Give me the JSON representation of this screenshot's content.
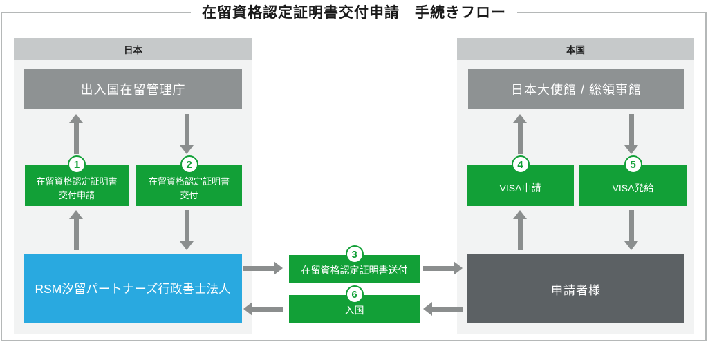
{
  "title": "在留資格認定証明書交付申請　手続きフロー",
  "colors": {
    "green": "#12A037",
    "blue": "#29A9E0",
    "org_gray": "#8E9293",
    "actor_gray": "#5C6164",
    "panel_bg": "#F2F3F3",
    "panel_header": "#C6C9CA",
    "arrow": "#8B8E8E",
    "frame_border": "#B5B8B8"
  },
  "japan": {
    "header": "日本",
    "org": "出入国在留管理庁",
    "actor": "RSM汐留パートナーズ行政書士法人",
    "step1": {
      "num": "1",
      "line1": "在留資格認定証明書",
      "line2": "交付申請"
    },
    "step2": {
      "num": "2",
      "line1": "在留資格認定証明書",
      "line2": "交付"
    }
  },
  "center": {
    "step3": {
      "num": "3",
      "label": "在留資格認定証明書送付"
    },
    "step6": {
      "num": "6",
      "label": "入国"
    }
  },
  "home_country": {
    "header": "本国",
    "org": "日本大使館 / 総領事館",
    "actor": "申請者様",
    "step4": {
      "num": "4",
      "label": "VISA申請"
    },
    "step5": {
      "num": "5",
      "label": "VISA発給"
    }
  }
}
